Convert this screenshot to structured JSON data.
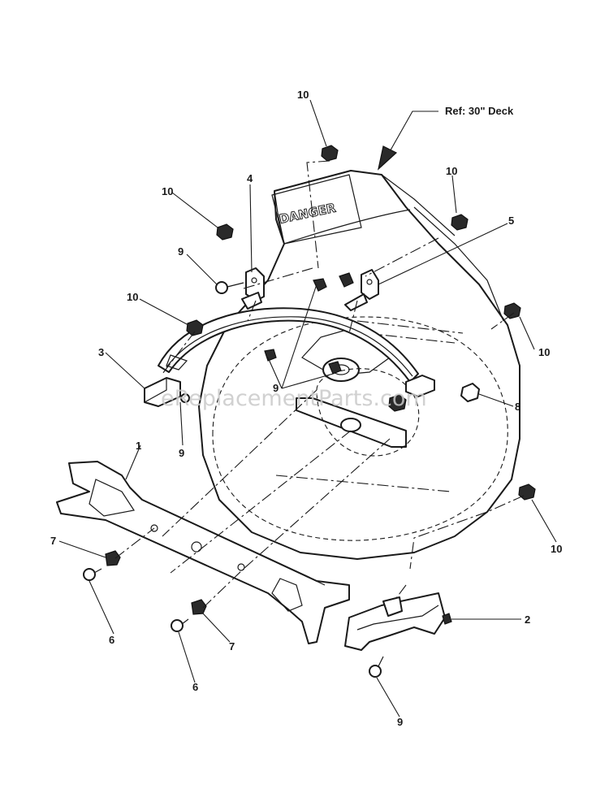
{
  "reference_label": "Ref: 30\" Deck",
  "decal_text": "DANGER",
  "watermark_text": "eReplacementParts.com",
  "callouts": {
    "c1": "1",
    "c2": "2",
    "c3": "3",
    "c4": "4",
    "c5": "5",
    "c6a": "6",
    "c6b": "6",
    "c7a": "7",
    "c7b": "7",
    "c8": "8",
    "c9a": "9",
    "c9b": "9",
    "c9c": "9",
    "c9d": "9",
    "c10a": "10",
    "c10b": "10",
    "c10c": "10",
    "c10d": "10",
    "c10e": "10",
    "c10f": "10"
  }
}
